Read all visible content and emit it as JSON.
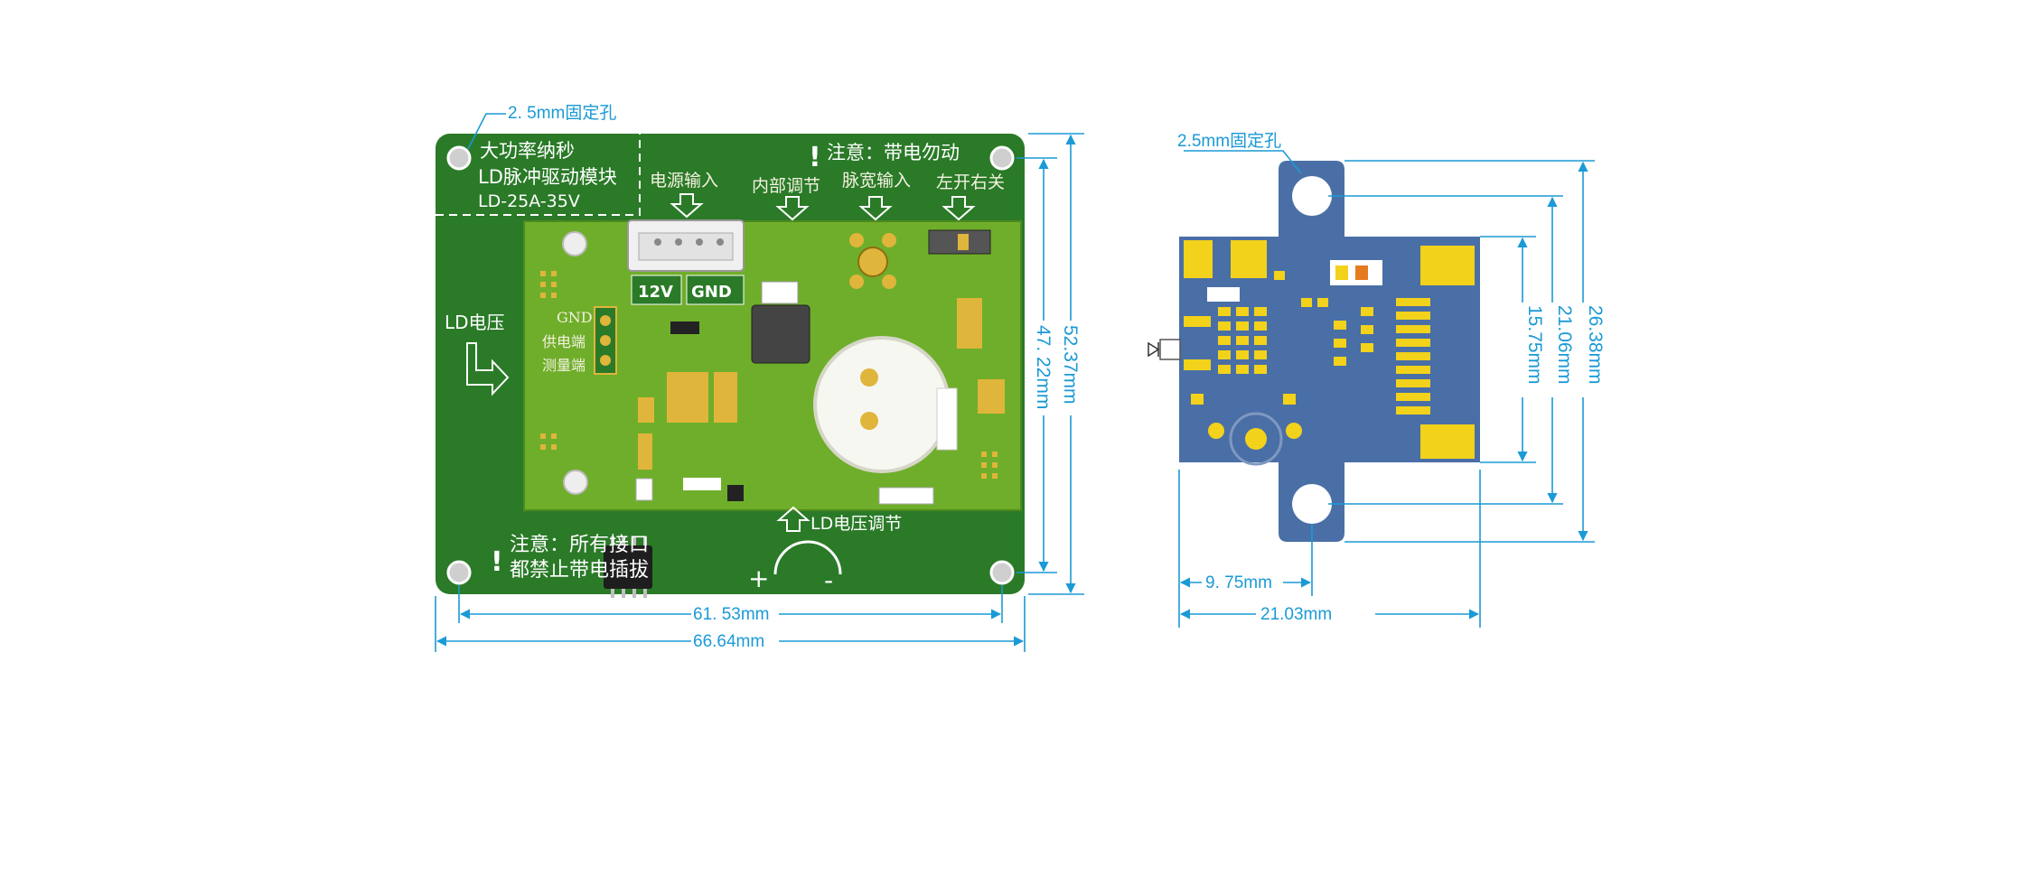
{
  "left_board": {
    "hole_label": "2. 5mm固定孔",
    "title_lines": [
      "大功率纳秒",
      "LD脉冲驱动模块",
      "LD-25A-35V"
    ],
    "warning_top": "注意：带电勿动",
    "labels": {
      "power_input": "电源输入",
      "internal_adjust": "内部调节",
      "pulse_width_input": "脉宽输入",
      "switch": "左开右关",
      "ld_power": "LD电压",
      "ld_voltage_adjust": "LD电压调节",
      "gnd": "GND",
      "supply_end": "供电端",
      "measure_end": "测量端",
      "v12": "12V",
      "gnd_pad": "GND"
    },
    "warning_bottom_lines": [
      "注意：所有接口",
      "都禁止带电插拔"
    ],
    "dimensions": {
      "width_inner": "61. 53mm",
      "width_outer": "66.64mm",
      "height_inner": "47. 22mm",
      "height_outer": "52.37mm"
    },
    "colors": {
      "board": "#2a7a28",
      "panel": "#6fae2a"
    }
  },
  "right_board": {
    "hole_label": "2.5mm固定孔",
    "dimensions": {
      "offset": "9. 75mm",
      "width": "21.03mm",
      "height_inner": "15.75mm",
      "height_mid": "21.06mm",
      "height_outer": "26.38mm"
    },
    "colors": {
      "board": "#4a6fa6",
      "pad": "#f2d21a"
    }
  }
}
